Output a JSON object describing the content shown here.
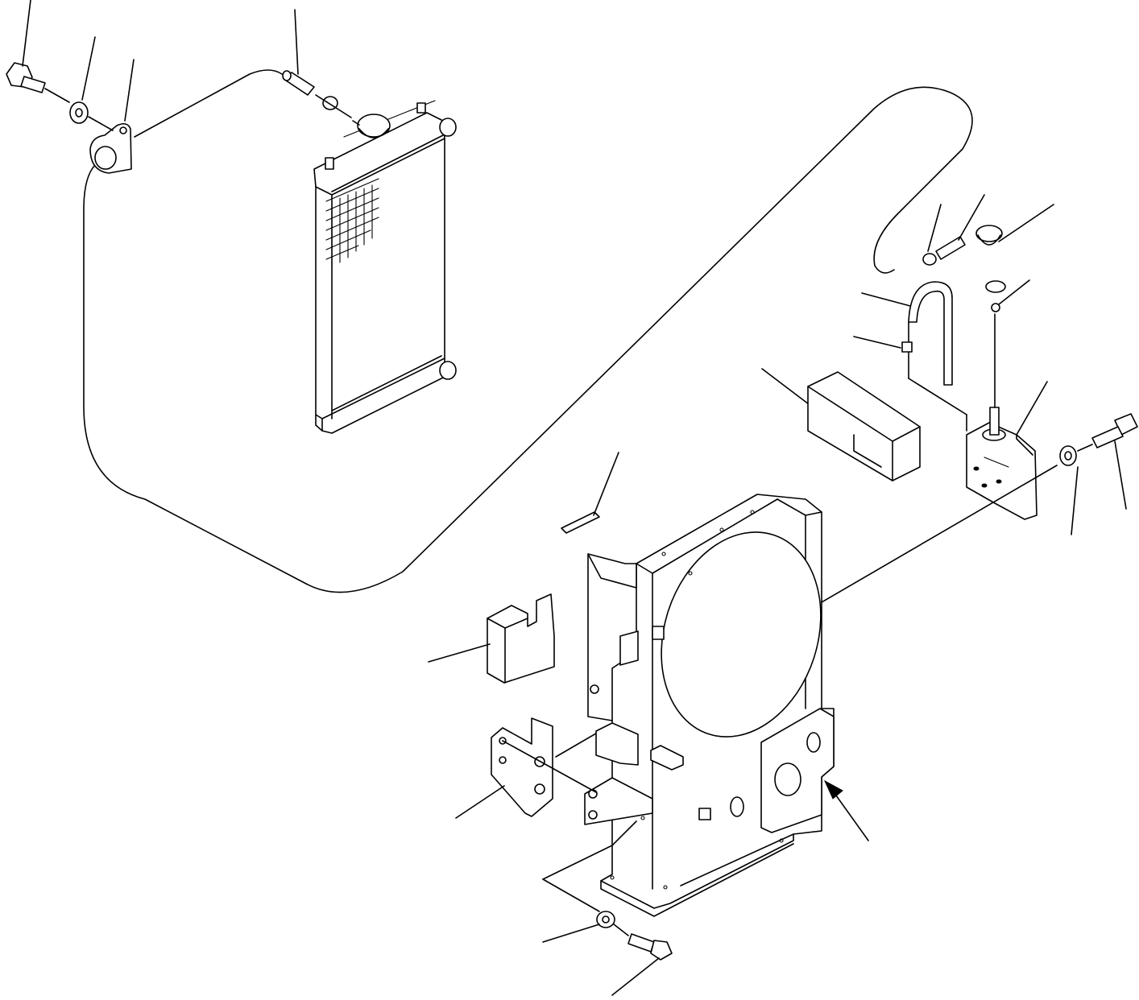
{
  "diagram": {
    "kind": "exploded parts view",
    "parts": [
      {
        "id": "radiator",
        "icon": "radiator-icon"
      },
      {
        "id": "radiator-cap",
        "icon": "cap-icon"
      },
      {
        "id": "upper-hose",
        "icon": "hose-icon"
      },
      {
        "id": "hose-clamp",
        "icon": "clamp-icon"
      },
      {
        "id": "mount-bracket-eye",
        "icon": "eye-bracket-icon"
      },
      {
        "id": "flange-bolt",
        "icon": "bolt-icon"
      },
      {
        "id": "washer",
        "icon": "washer-icon"
      },
      {
        "id": "fan-shroud-frame",
        "icon": "shroud-icon"
      },
      {
        "id": "reserve-tank",
        "icon": "tank-icon"
      },
      {
        "id": "reserve-tank-cap",
        "icon": "cap-icon"
      },
      {
        "id": "overflow-hose",
        "icon": "hose-icon"
      },
      {
        "id": "foam-block-upper",
        "icon": "block-icon"
      },
      {
        "id": "foam-block-left",
        "icon": "block-icon"
      },
      {
        "id": "strip-seal",
        "icon": "seal-icon"
      },
      {
        "id": "side-bracket",
        "icon": "bracket-icon"
      },
      {
        "id": "cap-screw",
        "icon": "bolt-icon"
      }
    ],
    "colors": {
      "ink": "#000000",
      "paper": "#ffffff"
    }
  }
}
